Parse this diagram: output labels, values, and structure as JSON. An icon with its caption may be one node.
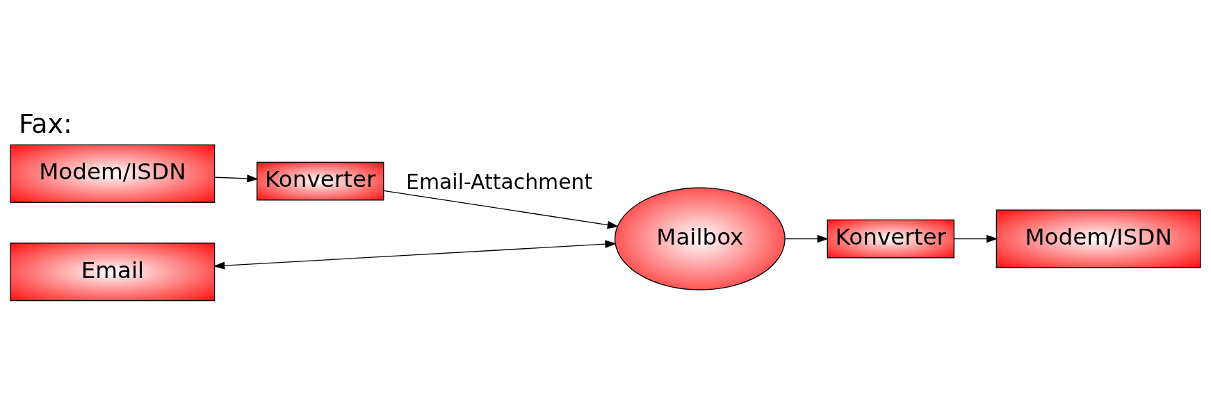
{
  "diagram": {
    "title": "Fax:",
    "nodes": [
      {
        "text": [
          "Modem/ISDN"
        ]
      },
      {
        "text": [
          "Konverter"
        ]
      },
      {
        "text": [
          "Mailbox"
        ]
      },
      {
        "text": [
          "Email"
        ]
      },
      {
        "text": [
          "Konverter"
        ]
      },
      {
        "text": [
          "Modem/ISDN"
        ]
      }
    ],
    "edges": [
      {
        "from": 0,
        "to": 1,
        "arrow": "to"
      },
      {
        "from": 1,
        "to": 2,
        "arrow": "to",
        "label": "Email-Attachment"
      },
      {
        "from": 2,
        "to": 4,
        "arrow": "to"
      },
      {
        "from": 4,
        "to": 5,
        "arrow": "to"
      },
      {
        "from": 3,
        "to": 2,
        "arrow": "both"
      }
    ]
  }
}
